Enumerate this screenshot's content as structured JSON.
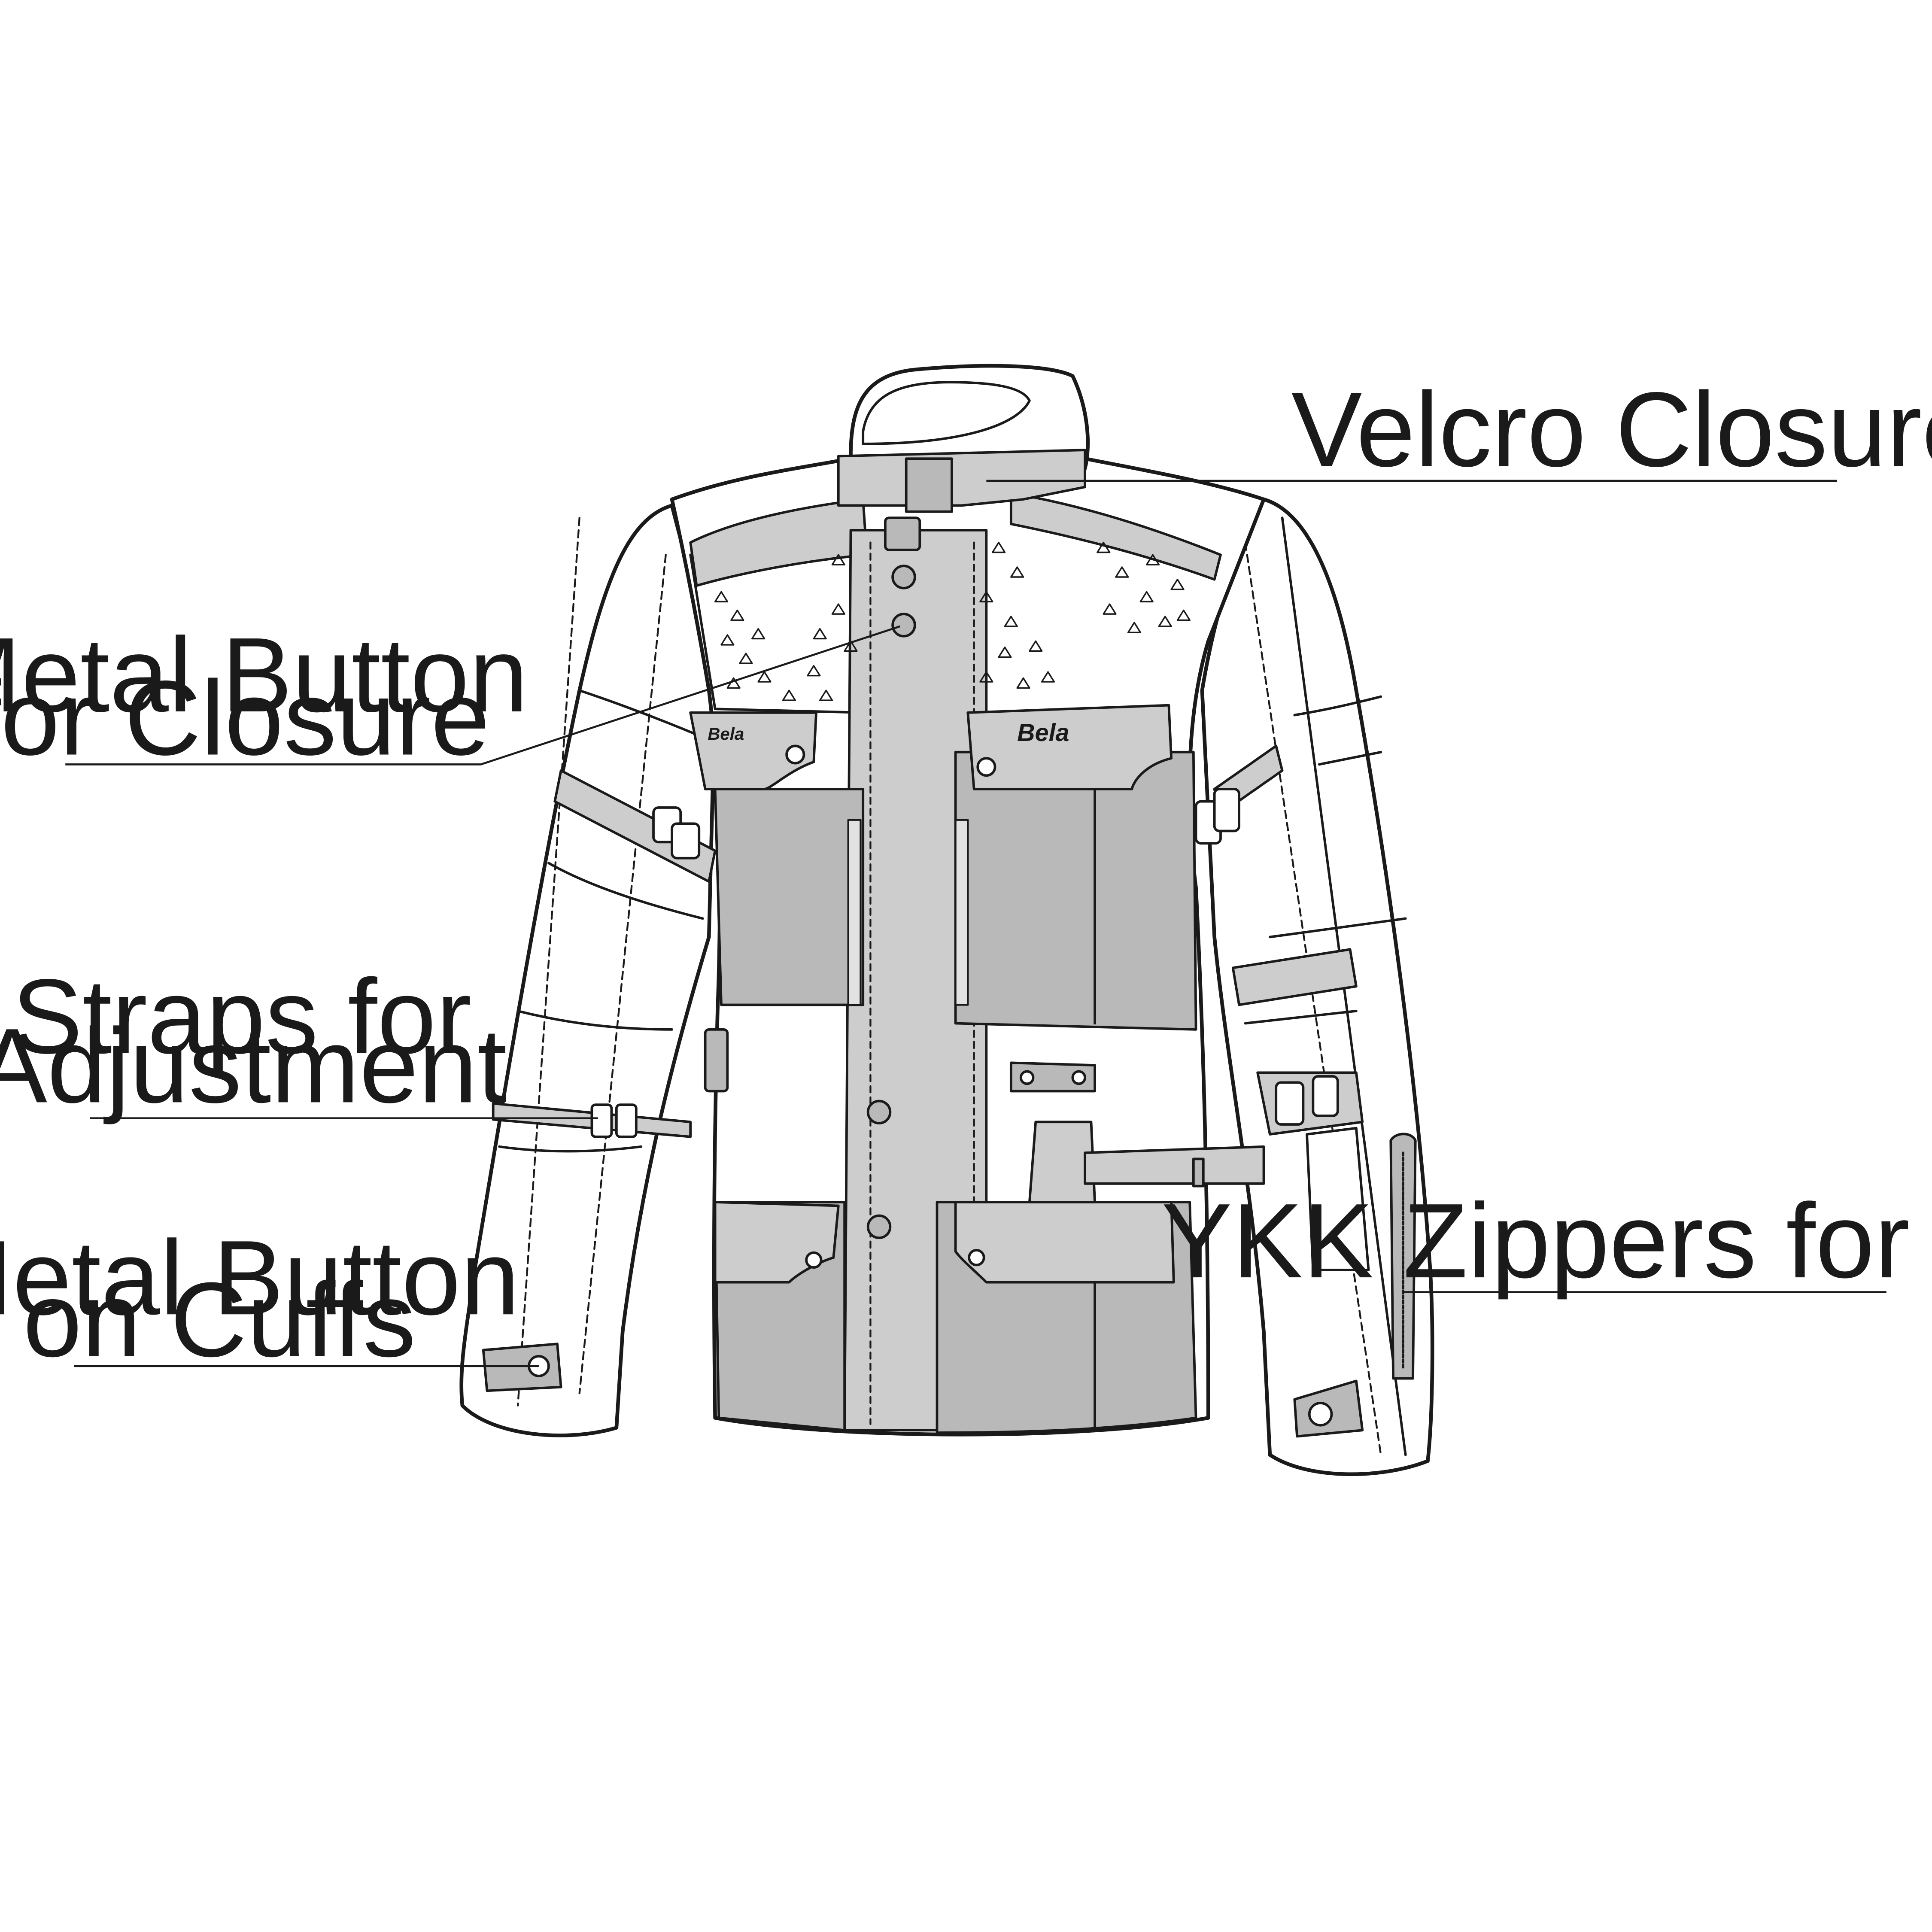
{
  "brand": {
    "logo_text": "Bela"
  },
  "colors": {
    "outline": "#1a1a1a",
    "panel_dark": "#b9b9b9",
    "panel_mid": "#cdcdcd",
    "panel_light": "#e2e2e2",
    "fabric_white": "#ffffff",
    "leader_line": "#1a1a1a"
  },
  "callouts": {
    "velcro_closure": {
      "text": "Velcro Closure"
    },
    "metal_button_closure": {
      "line1": "Metal Button",
      "line2": "for Closure"
    },
    "straps_adjustment": {
      "line1": "Straps for",
      "line2": "Adjustment"
    },
    "metal_button_cuffs": {
      "line1": "Metal Button",
      "line2": "on Cuffs"
    },
    "ykk_zippers": {
      "text": "YKK Zippers for Cuffs"
    }
  }
}
